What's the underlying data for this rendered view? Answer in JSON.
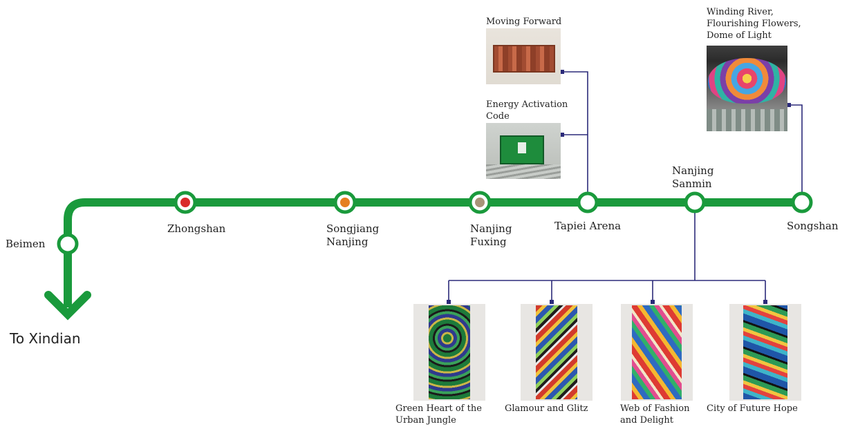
{
  "line": {
    "color": "#1a9a3c",
    "stations": [
      {
        "id": "beimen",
        "name": "Beimen",
        "fill": "#ffffff"
      },
      {
        "id": "zhongshan",
        "name": "Zhongshan",
        "fill": "#d92b2b"
      },
      {
        "id": "songjiang-nanjing",
        "name": "Songjiang\nNanjing",
        "fill": "#e57f20"
      },
      {
        "id": "nanjing-fuxing",
        "name": "Nanjing\nFuxing",
        "fill": "#a89478"
      },
      {
        "id": "taipei-arena",
        "name": "Tapiei Arena",
        "fill": "#ffffff"
      },
      {
        "id": "nanjing-sanmin",
        "name": "Nanjing\nSanmin",
        "fill": "#ffffff"
      },
      {
        "id": "songshan",
        "name": "Songshan",
        "fill": "#ffffff"
      }
    ],
    "destination": "To Xindian"
  },
  "connector_color": "#2b2a7a",
  "artworks": [
    {
      "id": "moving-forward",
      "title": "Moving Forward",
      "station": "taipei-arena"
    },
    {
      "id": "energy-activation-code",
      "title": "Energy Activation\nCode",
      "station": "taipei-arena"
    },
    {
      "id": "winding-river",
      "title": "Winding River,\nFlourishing Flowers,\nDome of Light",
      "station": "songshan"
    },
    {
      "id": "green-heart",
      "title": "Green Heart of the\nUrban Jungle",
      "station": "nanjing-sanmin"
    },
    {
      "id": "glamour-glitz",
      "title": "Glamour and Glitz",
      "station": "nanjing-sanmin"
    },
    {
      "id": "web-fashion",
      "title": "Web of Fashion\nand Delight",
      "station": "nanjing-sanmin"
    },
    {
      "id": "city-future-hope",
      "title": "City of Future Hope",
      "station": "nanjing-sanmin"
    }
  ]
}
